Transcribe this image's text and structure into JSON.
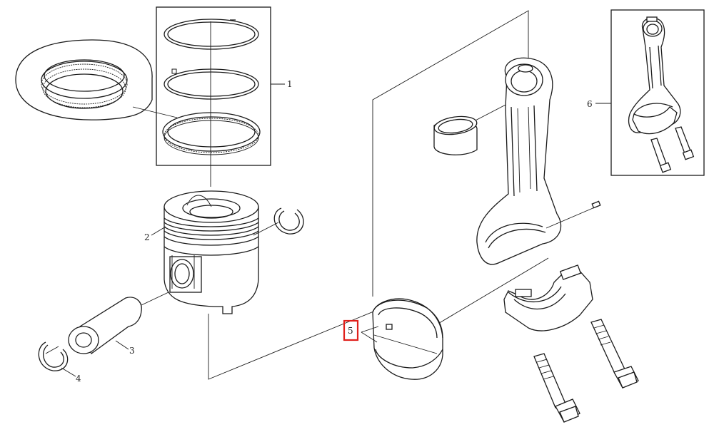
{
  "callouts": {
    "c1": "1",
    "c2": "2",
    "c3": "3",
    "c4": "4",
    "c5": "5",
    "c6": "6"
  },
  "highlight": {
    "callout": "5",
    "color": "#e0201b"
  }
}
